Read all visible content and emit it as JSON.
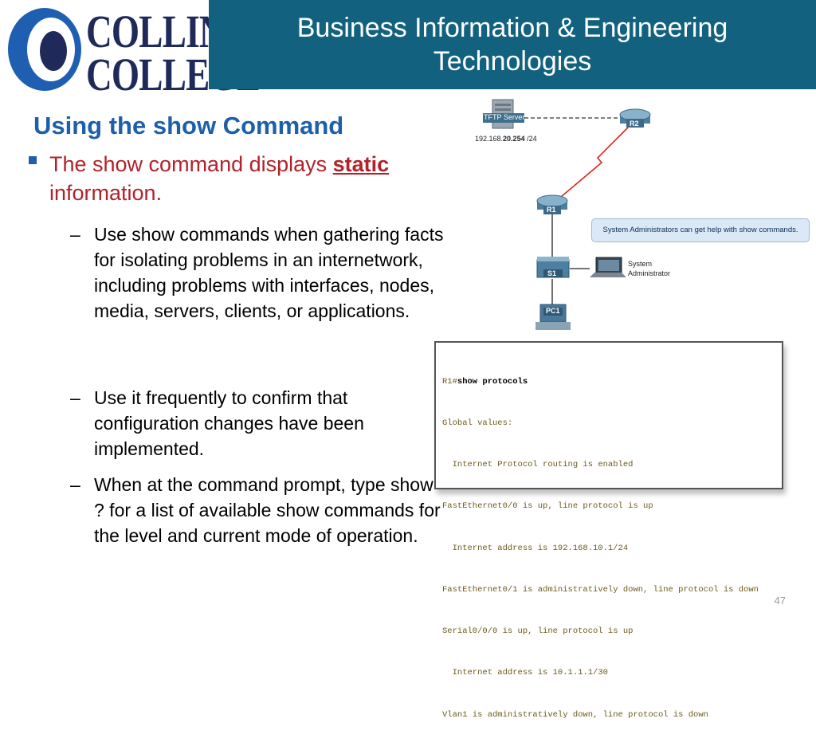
{
  "header": {
    "logo_text_line1": "COLLIN",
    "logo_text_line2": "COLLEGE",
    "title_line1": "Business Information & Engineering",
    "title_line2": "Technologies"
  },
  "slide": {
    "title": "Using the show Command",
    "bullet_prefix": "The show command displays ",
    "bullet_keyword": "static",
    "bullet_suffix": " information.",
    "sub_bullets": [
      {
        "dash": "–",
        "text": "Use show commands when gathering facts for isolating problems in an internetwork, including problems with interfaces, nodes, media, servers, clients, or applications."
      },
      {
        "dash": "–",
        "text": "Use it frequently to confirm that configuration changes have been implemented."
      },
      {
        "dash": "–",
        "text": "When at the command prompt, type show ? for a list of available show commands for the level and current mode of operation."
      }
    ]
  },
  "diagram": {
    "tftp_label": "TFTP Server",
    "tftp_ip_a": "192.168.",
    "tftp_ip_b": "20.254",
    "tftp_ip_c": " /24",
    "r2_label": "R2",
    "r1_label": "R1",
    "s1_label": "S1",
    "pc1_label": "PC1",
    "sysadmin_line1": "System",
    "sysadmin_line2": "Administrator",
    "callout": "System Administrators can get help with show commands."
  },
  "console": {
    "prompt": "R1#",
    "command": "show protocols",
    "lines": [
      "Global values:",
      "  Internet Protocol routing is enabled",
      "FastEthernet0/0 is up, line protocol is up",
      "  Internet address is 192.168.10.1/24",
      "FastEthernet0/1 is administratively down, line protocol is down",
      "Serial0/0/0 is up, line protocol is up",
      "  Internet address is 10.1.1.1/30",
      "Vlan1 is administratively down, line protocol is down"
    ]
  },
  "footer": {
    "page_number": "47"
  },
  "colors": {
    "header_band": "#12627f",
    "title_blue": "#1d5fa8",
    "bullet_red": "#b3212a",
    "logo_navy": "#1f2a5a",
    "console_text": "#6b5a1d"
  }
}
